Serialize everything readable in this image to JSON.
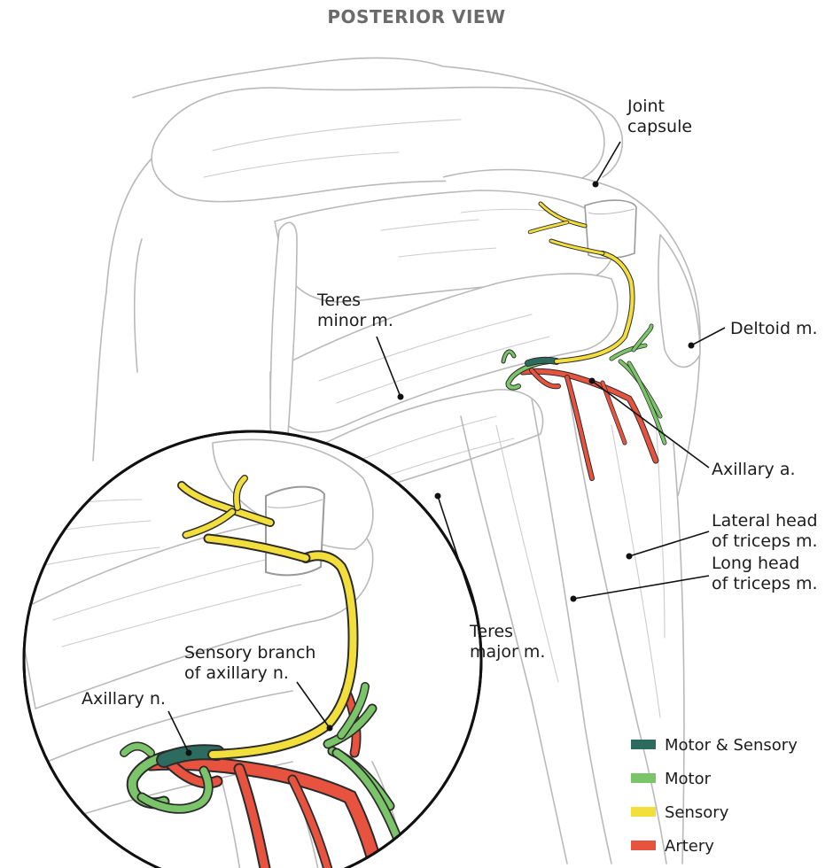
{
  "title": "POSTERIOR VIEW",
  "labels": {
    "joint_capsule_1": "Joint",
    "joint_capsule_2": "capsule",
    "deltoid": "Deltoid m.",
    "teres_minor_1": "Teres",
    "teres_minor_2": "minor m.",
    "axillary_a": "Axillary a.",
    "lateral_head_1": "Lateral head",
    "lateral_head_2": "of triceps m.",
    "long_head_1": "Long head",
    "long_head_2": "of triceps m.",
    "teres_major_1": "Teres",
    "teres_major_2": "major m.",
    "sensory_branch_1": "Sensory branch",
    "sensory_branch_2": "of axillary n.",
    "axillary_n": "Axillary n."
  },
  "legend": [
    {
      "label": "Motor & Sensory",
      "color": "#2e6b5f"
    },
    {
      "label": "Motor",
      "color": "#7bc46a"
    },
    {
      "label": "Sensory",
      "color": "#f3df3c"
    },
    {
      "label": "Artery",
      "color": "#e8533f"
    }
  ],
  "colors": {
    "outline": "#b9b9b9",
    "nerve_outline": "#2b2b2b"
  }
}
